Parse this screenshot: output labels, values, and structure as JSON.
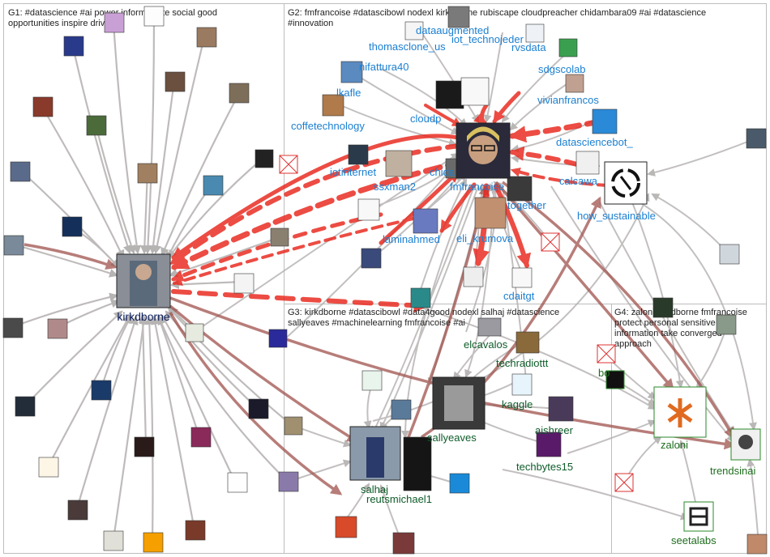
{
  "groups": [
    {
      "id": "G1",
      "lines": [
        "G1: #datascience #ai power inform ignite social good",
        "opportunities inspire drive"
      ]
    },
    {
      "id": "G2",
      "lines": [
        "G2: fmfrancoise #datascibowl nodexl kirkdborne rubiscape cloudpreacher chidambara09 #ai #datascience",
        "#innovation"
      ]
    },
    {
      "id": "G3",
      "lines": [
        "G3: kirkdborne #datascibowl #data4good nodexl salhaj #datascience",
        "sallyeaves #machinelearning fmfrancoise #ai"
      ]
    },
    {
      "id": "G4",
      "lines": [
        "G4: zaloni kirkdborne fmfrancoise",
        "protect personal sensitive",
        "information take converged",
        "approach"
      ]
    }
  ],
  "labels": {
    "kirkdborne": "kirkdborne",
    "fmfrancoise": "fmfrancoise",
    "how_sustainable": "how_sustainable",
    "dataaugmented": "dataaugmented",
    "iot_technojeder": "iot_technojeder",
    "thomasclone_us": "thomasclone_us",
    "rvsdata": "rvsdata",
    "sdgscolab": "sdgscolab",
    "nifattura40": "nifattura40",
    "vivianfrancos": "vivianfrancos",
    "lkafle": "lkafle",
    "coffetechnology": "coffetechnology",
    "cloudp": "cloudp",
    "datasciencebot_": "datasciencebot_",
    "iotinternet": "iotinternet",
    "chida": "chida",
    "calcawa": "calcawa",
    "ssxman2": "ssxman2",
    "together": "together",
    "laminahmed": "laminahmed",
    "eli_krumova": "eli_krumova",
    "cdaitgt": "cdaitgt",
    "elcavalos": "elcavalos",
    "techradiottt": "techradiottt",
    "bo": "bo",
    "kaggle": "kaggle",
    "aishreer": "aishreer",
    "sallyeaves": "sallyeaves",
    "techbytes15": "techbytes15",
    "salhaj": "salhaj",
    "reutsmichael1": "reutsmichael1",
    "zaloni": "zaloni",
    "trendsinai": "trendsinai",
    "seetalabs": "seetalabs"
  },
  "colors": {
    "g1_label": "#0d1f5c",
    "g2_label": "#1a7fd1",
    "g3_label": "#0e5c2a",
    "g4_label": "#1f6e1f",
    "edge_gray": "#b5b0b0",
    "edge_red": "#e8251b",
    "edge_brown": "#a0524d",
    "border_gray": "#bdbdbd"
  }
}
